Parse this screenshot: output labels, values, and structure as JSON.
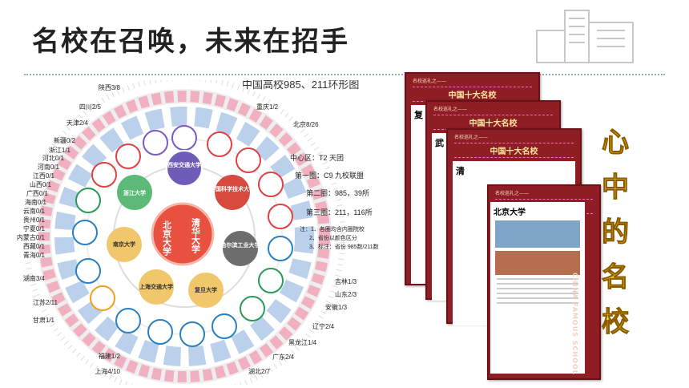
{
  "title": "名校在召唤，未来在招手",
  "diagram": {
    "heading": "中国高校985、211环形图",
    "center": "北京大学",
    "center2": "清华大学",
    "inner": [
      "西安交通大学",
      "中国科学技术大学",
      "哈尔滨工业大学",
      "复旦大学",
      "上海交通大学",
      "南京大学",
      "浙江大学"
    ],
    "info": {
      "line1": "中心区：T2 天团",
      "line2": "第一圈：C9 九校联盟",
      "line3": "第二圈：985，39所",
      "line4": "第三圈：211，116所",
      "note1": "注：1、各圈均含内圈院校",
      "note2": "2、省份以颜色区分",
      "note3": "3、标注：省份 985数/211数"
    },
    "provinces_left": [
      "陕西3/8",
      "四川2/5",
      "天津2/4",
      "新疆0/2",
      "浙江1/1",
      "河北0/1",
      "河南0/1",
      "江西0/1",
      "山西0/1",
      "广西0/1",
      "海南0/1",
      "云南0/1",
      "贵州0/1",
      "宁夏0/1",
      "内蒙古0/1",
      "西藏0/1",
      "青海0/1",
      "湖南3/4",
      "江苏2/11",
      "甘肃1/1",
      "福建1/2",
      "上海4/10"
    ],
    "provinces_right": [
      "重庆1/2",
      "北京8/26",
      "吉林1/3",
      "山东2/3",
      "安徽1/3",
      "辽宁2/4",
      "黑龙江1/4",
      "广东2/4",
      "湖北2/7"
    ]
  },
  "cards": {
    "label_small": "名校巡礼之——",
    "label": "中国十大名校",
    "peek": [
      "复",
      "武",
      "清"
    ],
    "pku_title": "北京大学",
    "vertical": [
      "心",
      "中",
      "的",
      "名",
      "校"
    ],
    "english": "CHINA FAMOUS SCHOOL"
  },
  "colors": {
    "card": "#8e1d24",
    "vertical_text": "#f5e100"
  }
}
